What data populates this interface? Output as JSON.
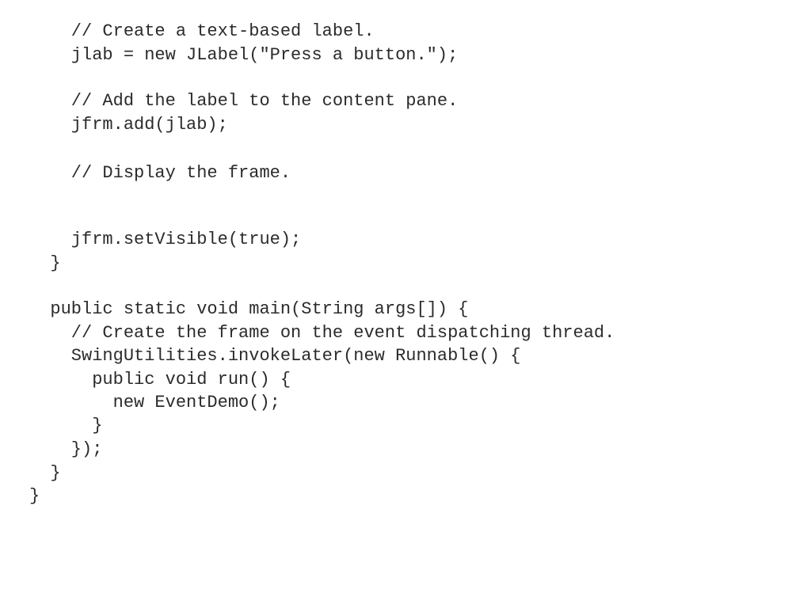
{
  "document": {
    "lines": [
      "    // Create a text-based label.",
      "    jlab = new JLabel(\"Press a button.\");",
      "",
      "    // Add the label to the content pane.",
      "    jfrm.add(jlab);",
      "",
      "    // Display the frame.",
      "",
      "",
      "    jfrm.setVisible(true);",
      "  }",
      "",
      "  public static void main(String args[]) {",
      "    // Create the frame on the event dispatching thread.",
      "    SwingUtilities.invokeLater(new Runnable() {",
      "      public void run() {",
      "        new EventDemo();",
      "      }",
      "    });",
      "  }",
      "}"
    ]
  }
}
